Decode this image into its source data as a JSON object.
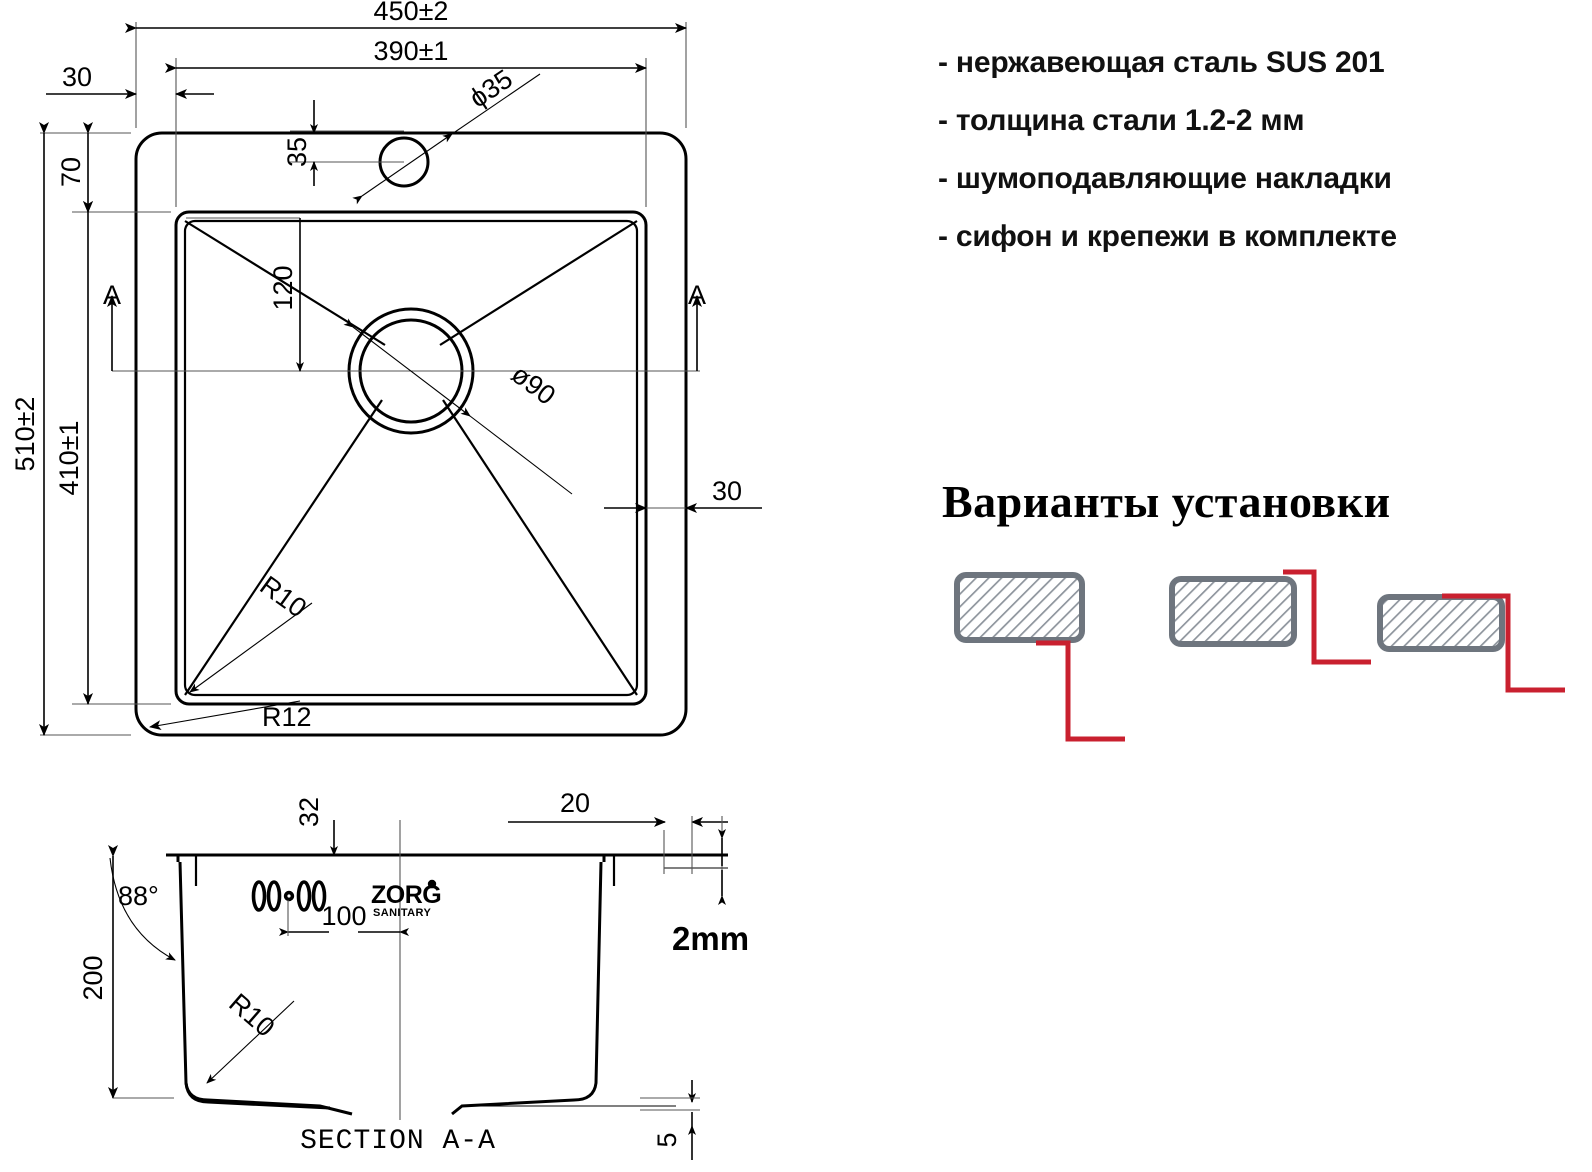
{
  "specs": {
    "lines": [
      "- нержавеющая сталь SUS 201",
      "- толщина стали 1.2-2 мм",
      "- шумоподавляющие накладки",
      "- сифон и крепежи в комплекте"
    ]
  },
  "install": {
    "title": "Варианты установки",
    "box_color": "#6e757e",
    "hatch_color": "#8d949c",
    "line_color": "#c9202f",
    "variants": [
      "flush-mount",
      "top-mount",
      "under-mount"
    ]
  },
  "plan": {
    "dims": {
      "overall_width": "450±2",
      "bowl_width": "390±1",
      "left_offset": "30",
      "right_offset": "30",
      "top_offset": "70",
      "faucet_from_edge": "35",
      "faucet_hole": "ɸ35",
      "drain_from_bowl_top": "120",
      "drain_hole": "ø90",
      "overall_height": "510±2",
      "bowl_height": "410±1",
      "bowl_corner_radius": "R10",
      "outer_corner_radius": "R12",
      "section_mark_left": "A",
      "section_mark_right": "A"
    }
  },
  "section": {
    "title": "SECTION A-A",
    "dims": {
      "rim_to_wall": "32",
      "rim_width": "20",
      "wall_angle": "88°",
      "depth": "200",
      "overflow_offset": "100",
      "corner_radius": "R10",
      "thickness": "2mm",
      "bottom_lip": "5"
    },
    "logo": {
      "brand": "ZORG",
      "sub": "SANITARY"
    }
  }
}
